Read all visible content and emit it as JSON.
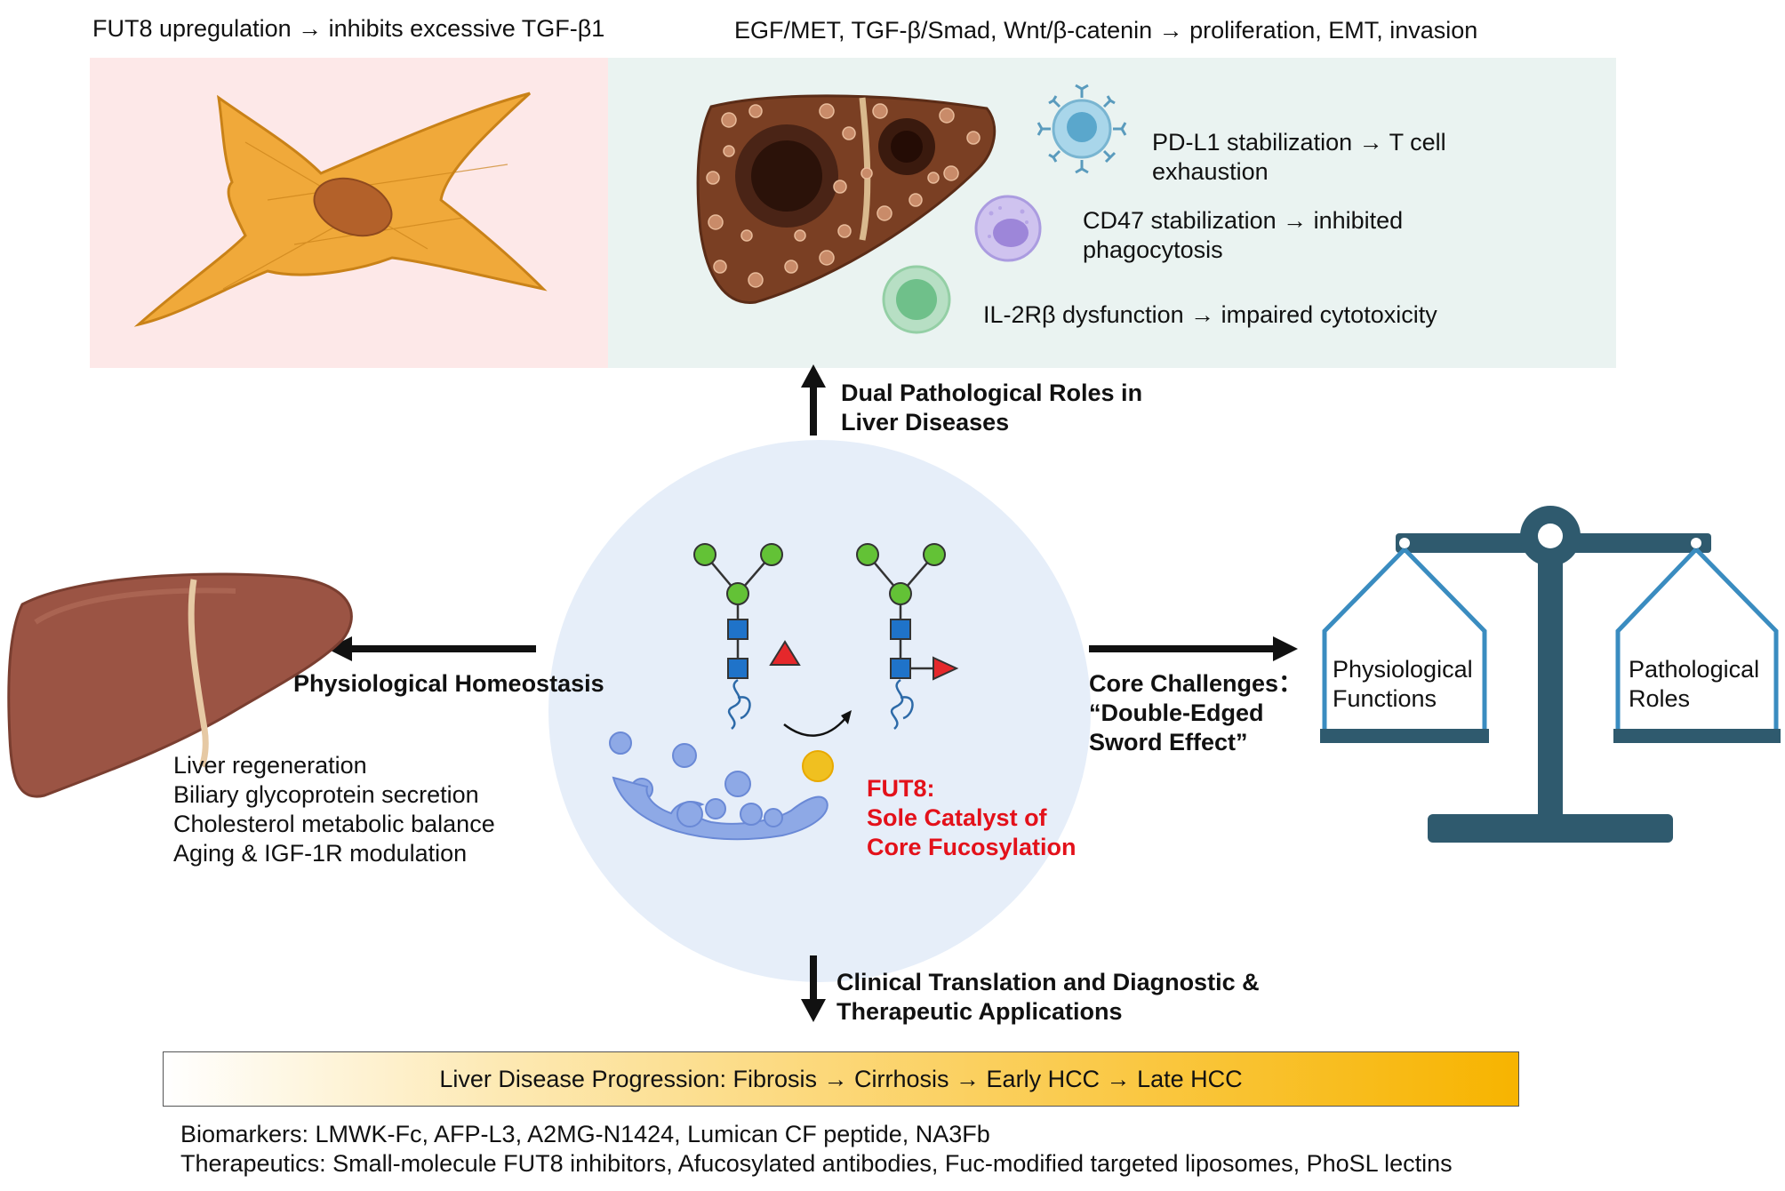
{
  "top_left_caption": "FUT8 upregulation → inhibits excessive TGF-β1",
  "top_right_caption": "EGF/MET, TGF-β/Smad, Wnt/β-catenin → proliferation, EMT, invasion",
  "immune": {
    "pdl1_line1": "PD-L1 stabilization → T cell",
    "pdl1_line2": "exhaustion",
    "cd47_line1": "CD47 stabilization → inhibited",
    "cd47_line2": "phagocytosis",
    "il2rb": "IL-2Rβ dysfunction → impaired cytotoxicity"
  },
  "arrows": {
    "up_line1": "Dual Pathological Roles in",
    "up_line2": "Liver Diseases",
    "left": "Physiological Homeostasis",
    "right_line1": "Core Challenges：",
    "right_line2": "“Double-Edged",
    "right_line3": "Sword Effect”",
    "down_line1": "Clinical Translation and Diagnostic &",
    "down_line2": "Therapeutic Applications"
  },
  "homeostasis_items": [
    "Liver regeneration",
    "Biliary glycoprotein secretion",
    "Cholesterol metabolic balance",
    "Aging & IGF-1R modulation"
  ],
  "fut8": {
    "line1": "FUT8:",
    "line2": "Sole Catalyst of",
    "line3": "Core Fucosylation"
  },
  "scale": {
    "left_line1": "Physiological",
    "left_line2": "Functions",
    "right_line1": "Pathological",
    "right_line2": "Roles"
  },
  "progression": "Liver Disease Progression: Fibrosis → Cirrhosis → Early HCC → Late HCC",
  "biomarkers": "Biomarkers: LMWK-Fc, AFP-L3, A2MG-N1424, Lumican CF peptide, NA3Fb",
  "therapeutics": "Therapeutics: Small-molecule FUT8 inhibitors, Afucosylated antibodies, Fuc-modified targeted liposomes, PhoSL lectins",
  "colors": {
    "fibro_bg": "#fde8e8",
    "hcc_bg": "#eaf3f1",
    "circle_bg": "#e6eef9",
    "highlight_red": "#e3111a",
    "scale_blue": "#2e6f9e",
    "glycan_green": "#63c236",
    "glycan_blue": "#1f73c9",
    "fucose_red": "#e5282b"
  }
}
